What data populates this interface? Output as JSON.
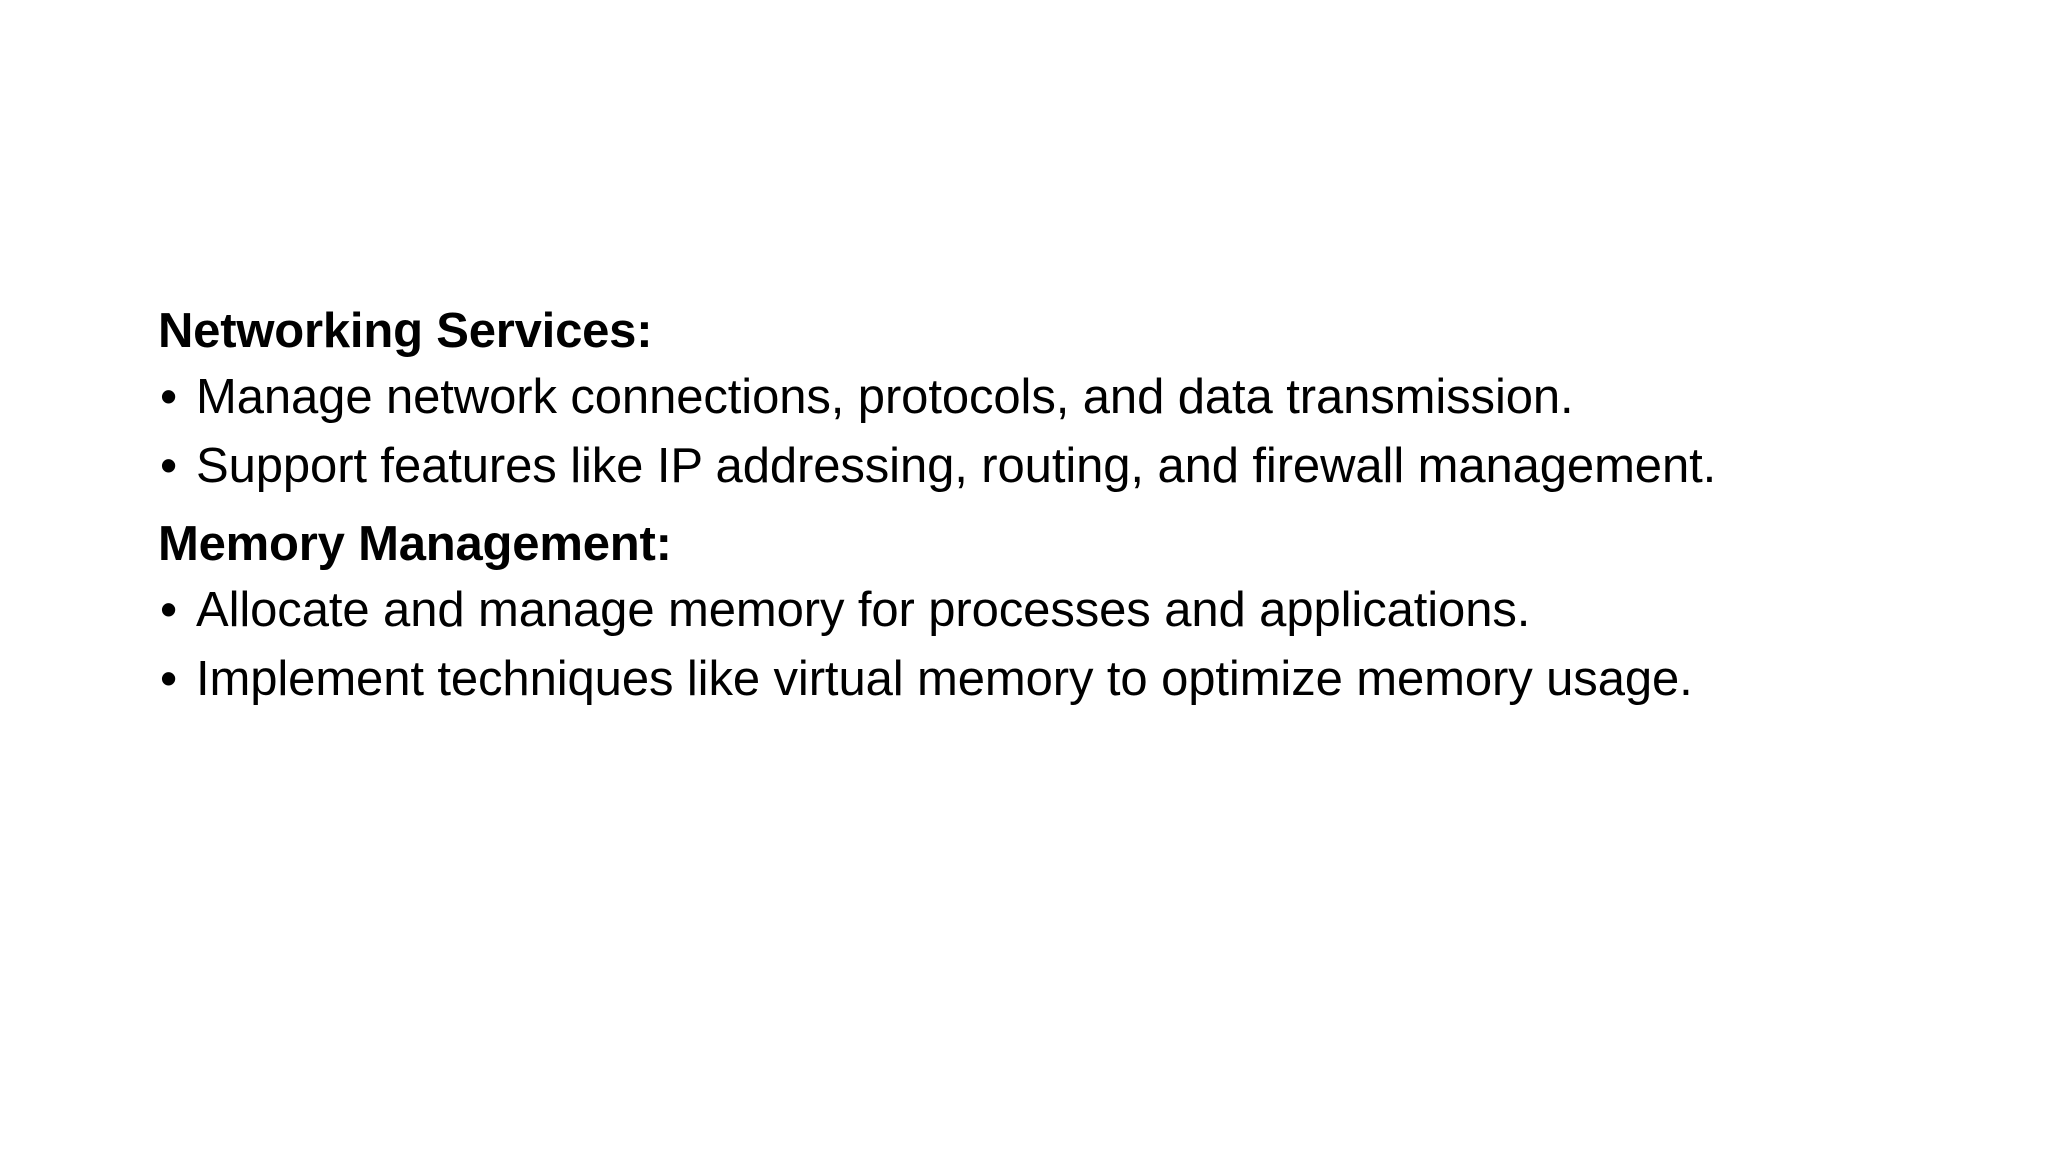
{
  "slide": {
    "background_color": "#ffffff",
    "text_color": "#000000",
    "bullet_glyph": "•",
    "sections": [
      {
        "heading": "Networking Services:",
        "bullets": [
          "Manage network connections, protocols, and data transmission.",
          "Support features like IP addressing, routing, and firewall management."
        ]
      },
      {
        "heading": "Memory Management:",
        "bullets": [
          "Allocate and manage memory for processes and applications.",
          "Implement techniques like virtual memory to optimize memory usage."
        ]
      }
    ]
  }
}
